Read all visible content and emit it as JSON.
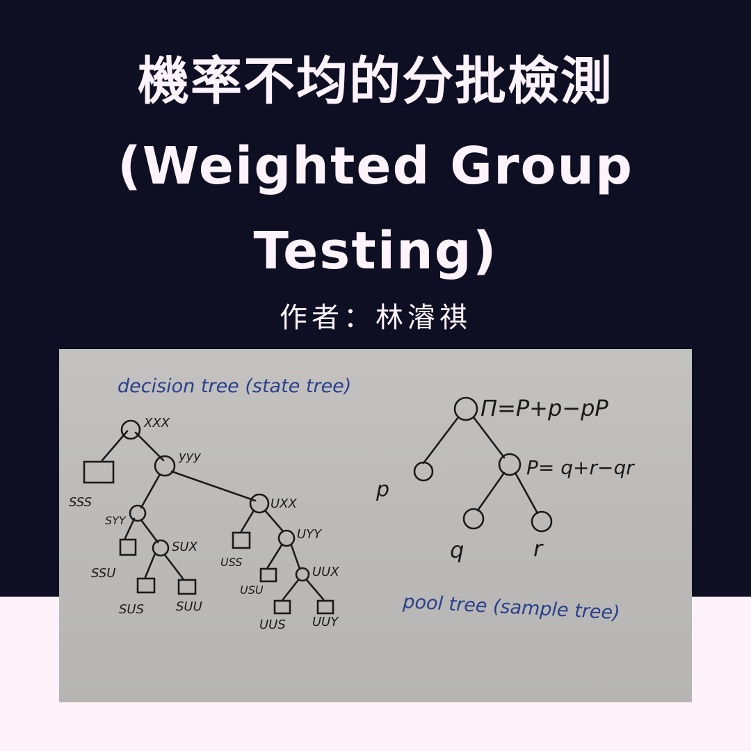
{
  "title": {
    "line1": "機率不均的分批檢測",
    "line2": "(Weighted  Group",
    "line3": "Testing)"
  },
  "author": "作者：林濬祺",
  "whiteboard": {
    "decision_tree_caption": "decision tree (state tree)",
    "pool_tree_caption": "pool tree (sample tree)",
    "decision_nodes": {
      "root": "XXX",
      "n_yyy": "yyy",
      "n_sss": "SSS",
      "n_syy": "SYY",
      "n_sux": "SUX",
      "n_ssu": "SSU",
      "n_sus": "SUS",
      "n_suu": "SUU",
      "n_uxx": "UXX",
      "n_uss": "USS",
      "n_uyy": "UYY",
      "n_usu": "USU",
      "n_uux": "UUX",
      "n_uus": "UUS",
      "n_uuy": "UUY"
    },
    "pool_labels": {
      "root_formula": "Π=P+p−pP",
      "p_left": "p",
      "p_formula": "P= q+r−qr",
      "q": "q",
      "r": "r"
    },
    "colors": {
      "ink_black": "#1a1a1a",
      "ink_blue": "#2a3f8c"
    }
  }
}
